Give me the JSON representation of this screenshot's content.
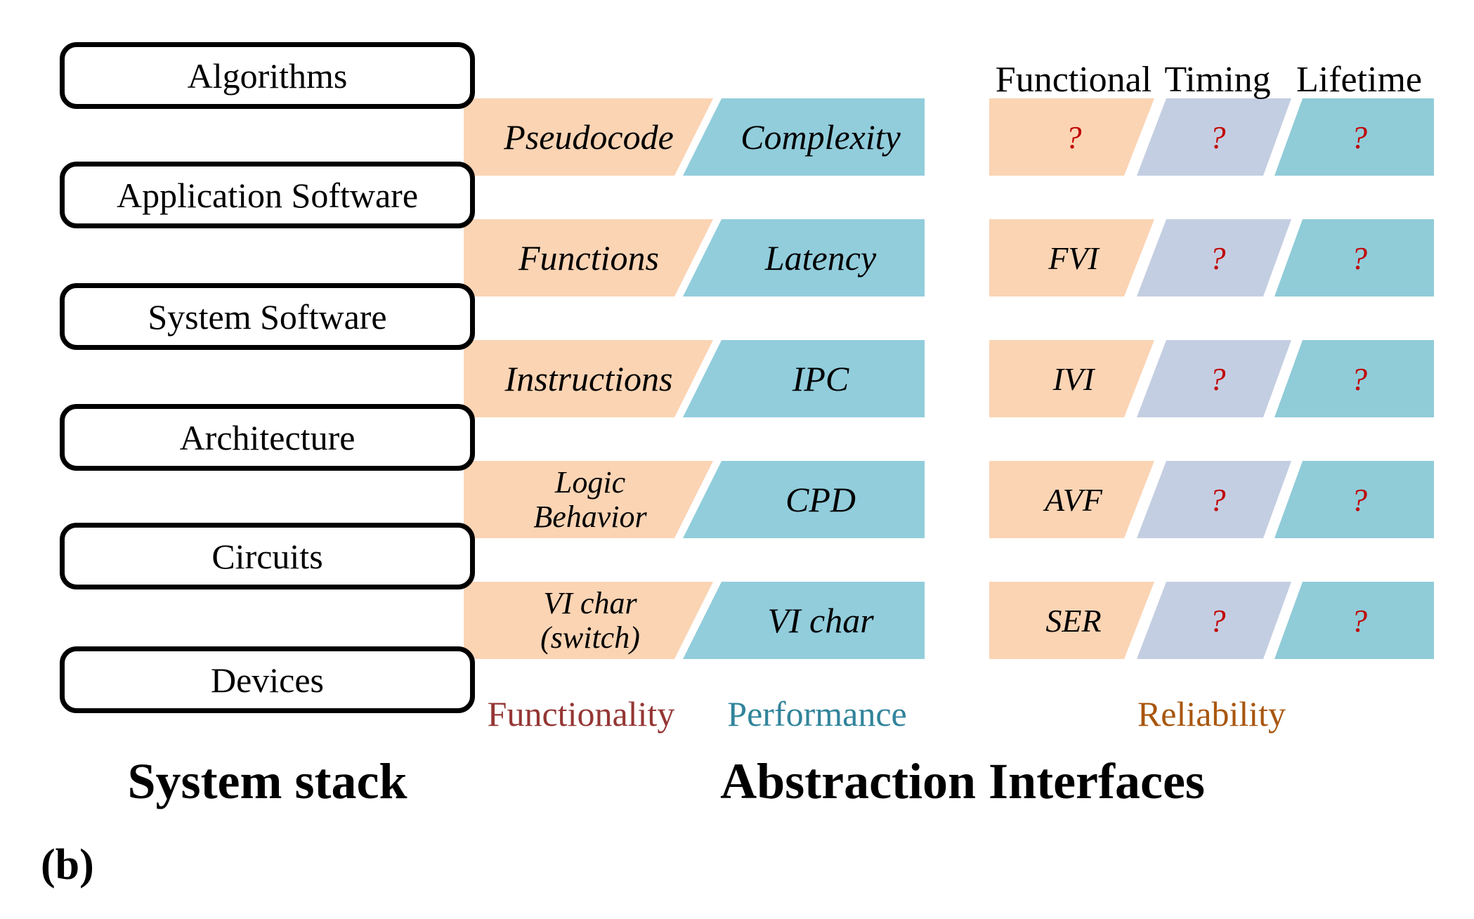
{
  "colors": {
    "orange_band": "#FBD4B4",
    "performance_blue": "#92CDDC",
    "timing_lavender": "#C4CEE2",
    "lifetime_teal": "#90CBD8",
    "question_red": "#C00000",
    "functionality_label": "#943634",
    "performance_label": "#31849B",
    "reliability_label": "#A8560E"
  },
  "stack": {
    "title": "System stack",
    "items": [
      "Algorithms",
      "Application Software",
      "System Software",
      "Architecture",
      "Circuits",
      "Devices"
    ]
  },
  "interfaces": {
    "title": "Abstraction Interfaces",
    "headers": [
      "Functional",
      "Timing",
      "Lifetime"
    ],
    "rows": [
      {
        "functionality": "Pseudocode",
        "performance": "Complexity",
        "functional": "?",
        "timing": "?",
        "lifetime": "?"
      },
      {
        "functionality": "Functions",
        "performance": "Latency",
        "functional": "FVI",
        "timing": "?",
        "lifetime": "?"
      },
      {
        "functionality": "Instructions",
        "performance": "IPC",
        "functional": "IVI",
        "timing": "?",
        "lifetime": "?"
      },
      {
        "functionality": "Logic Behavior",
        "performance": "CPD",
        "functional": "AVF",
        "timing": "?",
        "lifetime": "?"
      },
      {
        "functionality": "VI char (switch)",
        "performance": "VI char",
        "functional": "SER",
        "timing": "?",
        "lifetime": "?"
      }
    ],
    "axis_labels": {
      "functionality": "Functionality",
      "performance": "Performance",
      "reliability": "Reliability"
    }
  },
  "figure_label": "(b)"
}
